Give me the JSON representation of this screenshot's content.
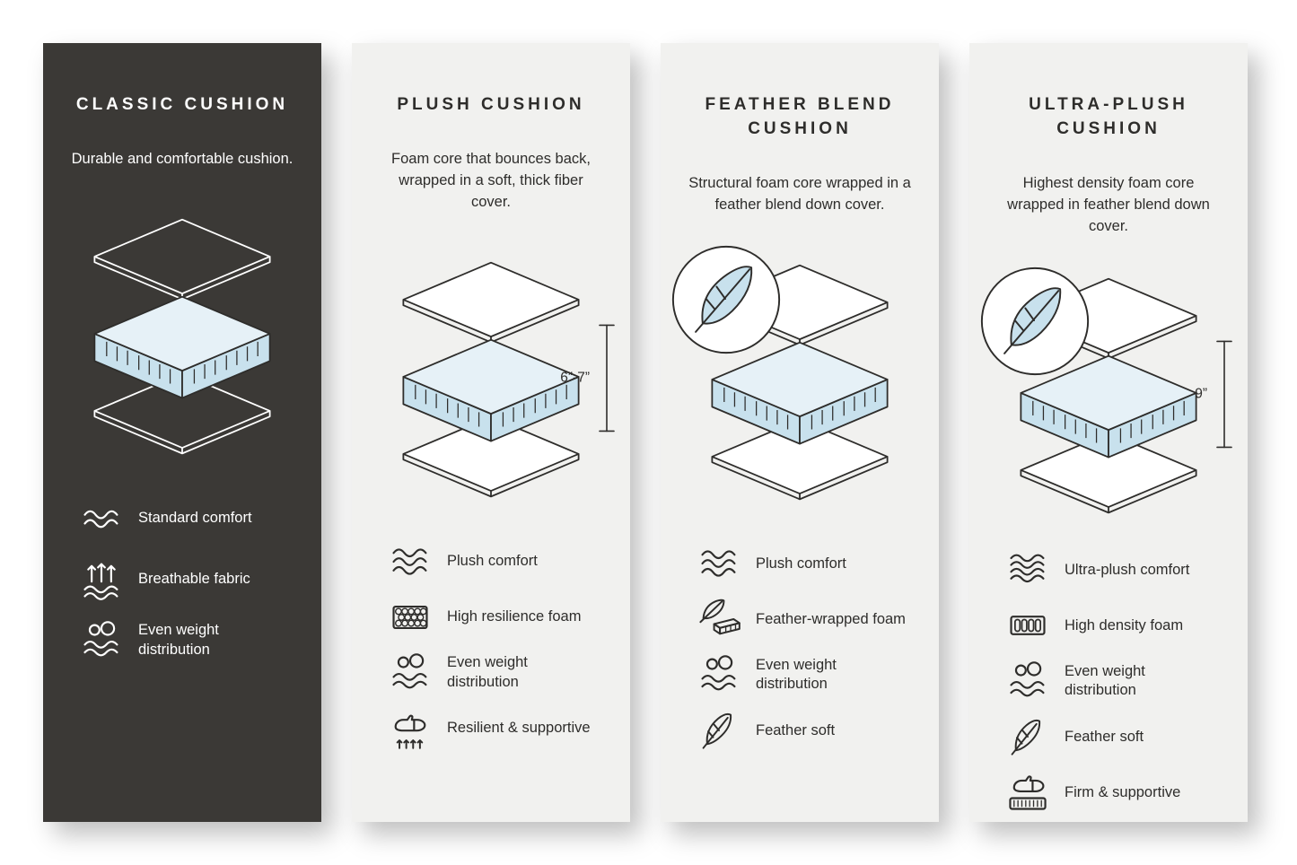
{
  "colors": {
    "page_background": "#ffffff",
    "dark_panel": "#3b3936",
    "light_panel": "#f1f1ef",
    "foam_blue_side": "#c8e1ed",
    "foam_blue_top": "#e6f1f7",
    "ink": "#2e2d2b"
  },
  "panels": [
    {
      "title": "CLASSIC CUSHION",
      "description": "Durable and comfortable cushion.",
      "theme": "dark",
      "diagram_icon": "layered-cushion-icon",
      "measurement": "",
      "features": [
        {
          "icon": "waves-2-icon",
          "label": "Standard comfort"
        },
        {
          "icon": "breathable-arrows-icon",
          "label": "Breathable fabric"
        },
        {
          "icon": "even-weight-icon",
          "label": "Even weight distribution"
        }
      ]
    },
    {
      "title": "PLUSH CUSHION",
      "description": "Foam core that bounces back, wrapped in a soft, thick fiber cover.",
      "theme": "light",
      "diagram_icon": "layered-cushion-icon",
      "measurement": "6”-7”",
      "features": [
        {
          "icon": "waves-3-icon",
          "label": "Plush comfort"
        },
        {
          "icon": "honeycomb-foam-icon",
          "label": "High resilience foam"
        },
        {
          "icon": "even-weight-icon",
          "label": "Even weight distribution"
        },
        {
          "icon": "hand-springs-icon",
          "label": "Resilient & supportive"
        }
      ]
    },
    {
      "title": "FEATHER BLEND CUSHION",
      "description": "Structural foam core wrapped in a feather blend down cover.",
      "theme": "light",
      "diagram_icon": "layered-cushion-icon",
      "badge_icon": "feather-badge-icon",
      "measurement": "",
      "features": [
        {
          "icon": "waves-3-icon",
          "label": "Plush comfort"
        },
        {
          "icon": "feather-wrapped-foam-icon",
          "label": "Feather-wrapped foam"
        },
        {
          "icon": "even-weight-icon",
          "label": "Even weight distribution"
        },
        {
          "icon": "feather-icon",
          "label": "Feather soft"
        }
      ]
    },
    {
      "title": "ULTRA-PLUSH CUSHION",
      "description": "Highest density foam core wrapped in feather blend down cover.",
      "theme": "light",
      "diagram_icon": "layered-cushion-icon",
      "badge_icon": "feather-badge-icon",
      "measurement": "9”",
      "features": [
        {
          "icon": "waves-4-icon",
          "label": "Ultra-plush comfort"
        },
        {
          "icon": "dense-foam-icon",
          "label": "High density foam"
        },
        {
          "icon": "even-weight-icon",
          "label": "Even weight distribution"
        },
        {
          "icon": "feather-icon",
          "label": "Feather soft"
        },
        {
          "icon": "hand-mattress-icon",
          "label": "Firm & supportive"
        }
      ]
    }
  ]
}
